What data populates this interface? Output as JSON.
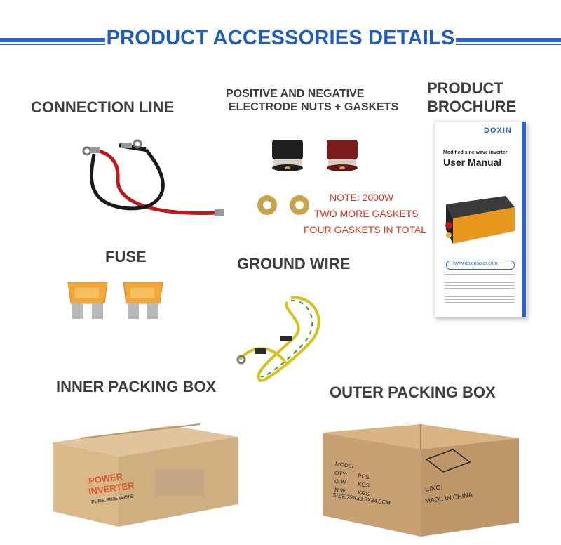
{
  "header": {
    "title": "PRODUCT ACCESSORIES DETAILS"
  },
  "sections": {
    "connection_line": "CONNECTION LINE",
    "nuts_line1": "POSITIVE AND NEGATIVE",
    "nuts_line2": "ELECTRODE NUTS + GASKETS",
    "brochure_line1": "PRODUCT",
    "brochure_line2": "BROCHURE",
    "fuse": "FUSE",
    "ground_wire": "GROUND WIRE",
    "inner_box": "INNER PACKING BOX",
    "outer_box": "OUTER PACKING BOX"
  },
  "note": {
    "line1": "NOTE: 2000W",
    "line2": "TWO MORE GASKETS",
    "line3": "FOUR GASKETS IN TOTAL"
  },
  "brochure": {
    "brand": "DOXIN",
    "subtitle": "Modified sine wave inverter",
    "title": "User Manual",
    "website": "www.doxinsolar.com"
  },
  "inner_box": {
    "line1": "POWER",
    "line2": "INVERTER",
    "line3": "PURE SINE WAVE"
  },
  "outer_box": {
    "model": "MODEL:",
    "qty": "QTY:",
    "qty_unit": "PCS",
    "gw": "G.W:",
    "gw_unit": "KGS",
    "nw": "N.W:",
    "nw_unit": "KGS",
    "size": "SIZE:73X33.5X34.5CM",
    "cno": "C/NO:",
    "made": "MADE IN CHINA"
  },
  "colors": {
    "accent": "#1f5bc4",
    "note": "#e8301f",
    "cardboard": "#c9a77c"
  }
}
